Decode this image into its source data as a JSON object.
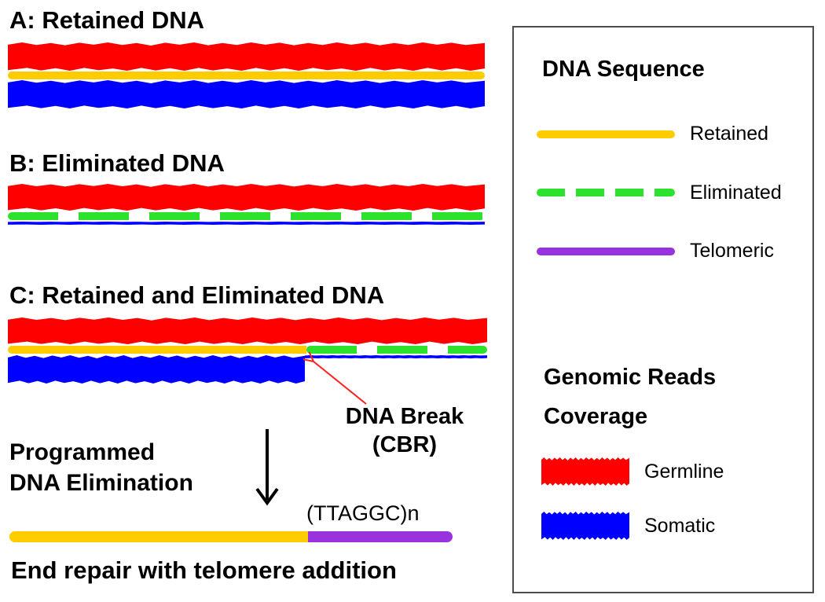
{
  "colors": {
    "germline": "#ff0000",
    "somatic": "#0000ff",
    "retained": "#ffcc00",
    "eliminated": "#2de22d",
    "telomeric": "#9933dd",
    "break_arrow": "#ff2020"
  },
  "panels": {
    "a": {
      "title": "A: Retained DNA"
    },
    "b": {
      "title": "B: Eliminated DNA"
    },
    "c": {
      "title": "C: Retained and Eliminated DNA"
    }
  },
  "break": {
    "line1": "DNA Break",
    "line2": "(CBR)"
  },
  "process": {
    "line1": "Programmed",
    "line2": "DNA Elimination"
  },
  "repeat_label": "(TTAGGC)n",
  "result_caption": "End repair with telomere addition",
  "legend": {
    "sequence_title": "DNA Sequence",
    "retained": "Retained",
    "eliminated": "Eliminated",
    "telomeric": "Telomeric",
    "coverage_title_line1": "Genomic Reads",
    "coverage_title_line2": "Coverage",
    "germline": "Germline",
    "somatic": "Somatic"
  }
}
